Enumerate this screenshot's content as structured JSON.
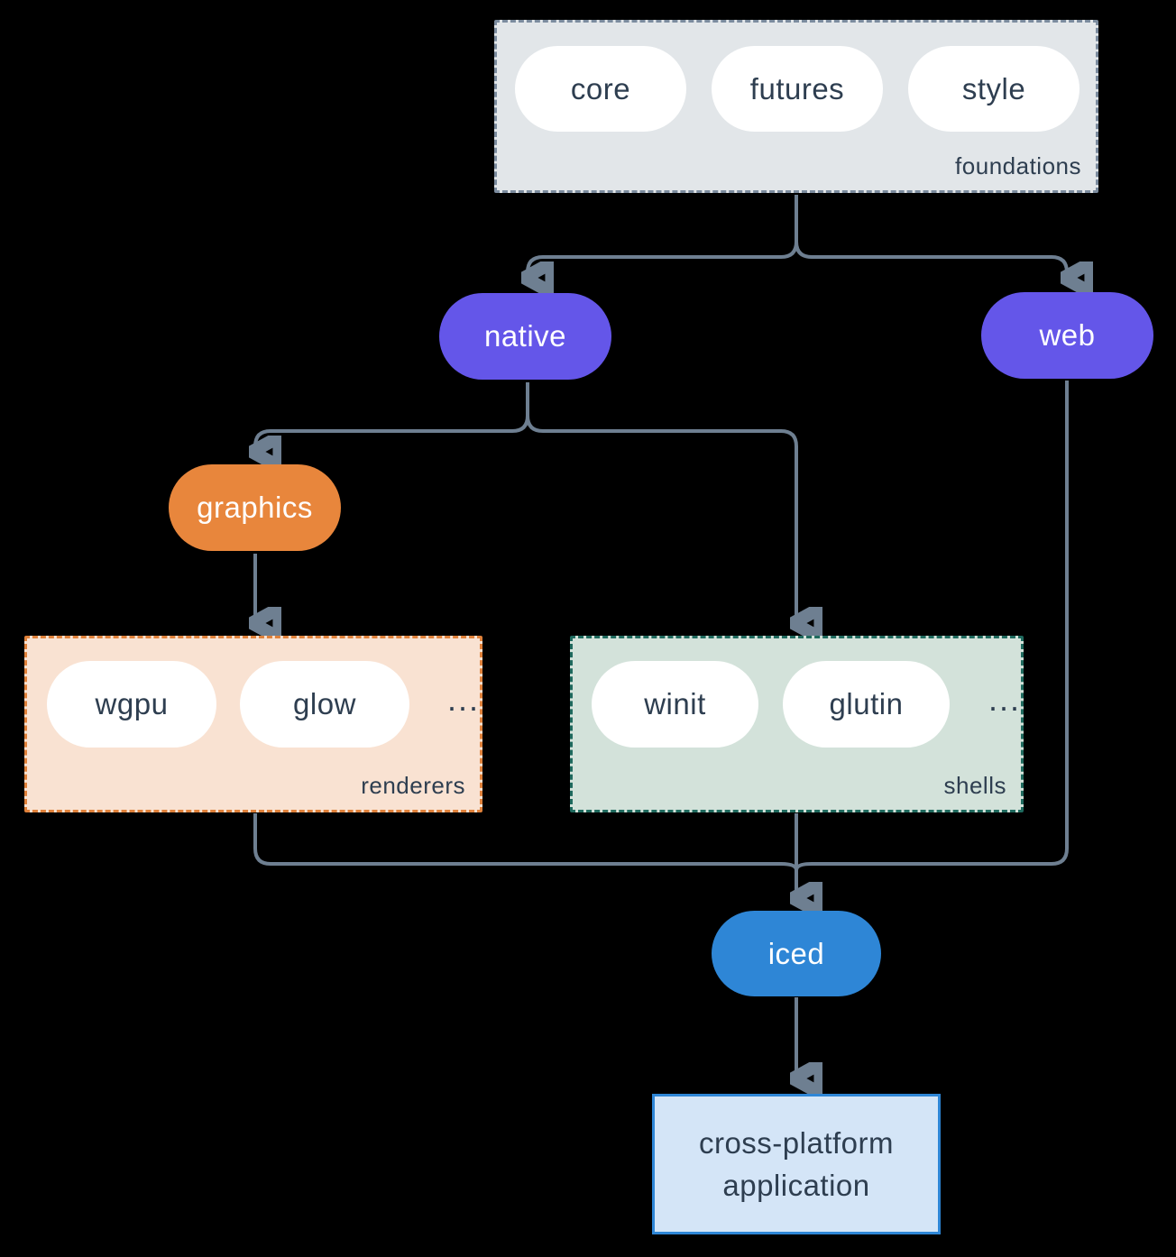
{
  "diagram": {
    "groups": {
      "foundations": {
        "label": "foundations",
        "pills": [
          "core",
          "futures",
          "style"
        ]
      },
      "renderers": {
        "label": "renderers",
        "pills": [
          "wgpu",
          "glow"
        ],
        "ellipsis": "..."
      },
      "shells": {
        "label": "shells",
        "pills": [
          "winit",
          "glutin"
        ],
        "ellipsis": "..."
      }
    },
    "nodes": {
      "native": {
        "label": "native"
      },
      "web": {
        "label": "web"
      },
      "graphics": {
        "label": "graphics"
      },
      "iced": {
        "label": "iced"
      },
      "app": {
        "line1": "cross-platform",
        "line2": "application"
      }
    },
    "colors": {
      "background": "#000000",
      "connector": "#6e7f91",
      "purple": "#6456e9",
      "orange": "#e8863c",
      "blue": "#2e86d6",
      "foundations_fill": "#e2e6e9",
      "foundations_border": "#7b8b9e",
      "renderers_fill": "#f9e2d2",
      "renderers_border": "#e0813a",
      "shells_fill": "#d3e2da",
      "shells_border": "#1f6a5e",
      "app_fill": "#d4e5f7",
      "text_dark": "#2e3e50",
      "text_light": "#ffffff"
    }
  }
}
